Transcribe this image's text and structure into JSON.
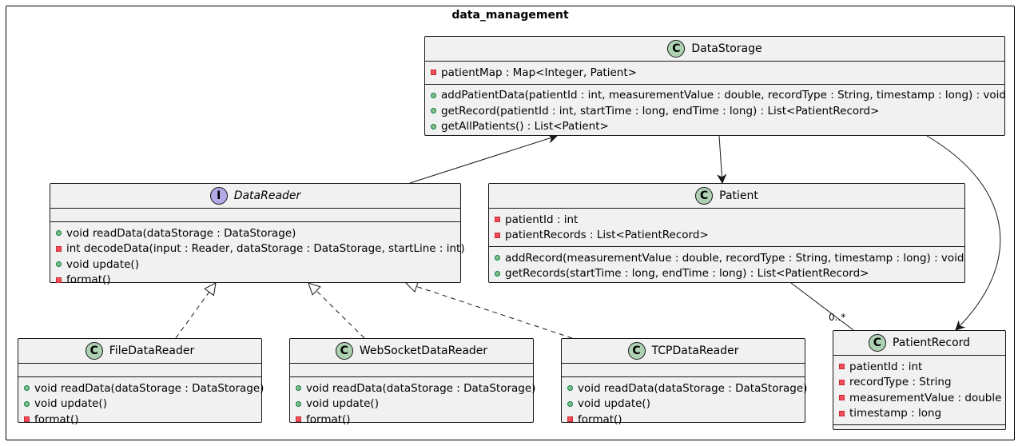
{
  "package": {
    "title": "data_management"
  },
  "classes": {
    "datastorage": {
      "name": "DataStorage",
      "stereotype": "C",
      "fields": [
        {
          "vis": "private",
          "text": "patientMap : Map<Integer, Patient>"
        }
      ],
      "methods": [
        {
          "vis": "public",
          "text": "addPatientData(patientId : int, measurementValue : double, recordType : String, timestamp : long) : void"
        },
        {
          "vis": "public",
          "text": "getRecord(patientId : int, startTime : long, endTime : long) : List<PatientRecord>"
        },
        {
          "vis": "public",
          "text": "getAllPatients() : List<Patient>"
        }
      ]
    },
    "datareader": {
      "name": "DataReader",
      "stereotype": "I",
      "fields": [],
      "methods": [
        {
          "vis": "public",
          "text": "void readData(dataStorage : DataStorage)"
        },
        {
          "vis": "private",
          "text": "int decodeData(input : Reader, dataStorage : DataStorage, startLine : int)"
        },
        {
          "vis": "public",
          "text": "void update()"
        },
        {
          "vis": "private",
          "text": "format()"
        }
      ]
    },
    "patient": {
      "name": "Patient",
      "stereotype": "C",
      "fields": [
        {
          "vis": "private",
          "text": "patientId : int"
        },
        {
          "vis": "private",
          "text": "patientRecords : List<PatientRecord>"
        }
      ],
      "methods": [
        {
          "vis": "public",
          "text": "addRecord(measurementValue : double, recordType : String, timestamp : long) : void"
        },
        {
          "vis": "public",
          "text": "getRecords(startTime : long, endTime : long) : List<PatientRecord>"
        }
      ]
    },
    "filedatareader": {
      "name": "FileDataReader",
      "stereotype": "C",
      "fields": [],
      "methods": [
        {
          "vis": "public",
          "text": "void readData(dataStorage : DataStorage)"
        },
        {
          "vis": "public",
          "text": "void update()"
        },
        {
          "vis": "private",
          "text": "format()"
        }
      ]
    },
    "websocketdatareader": {
      "name": "WebSocketDataReader",
      "stereotype": "C",
      "fields": [],
      "methods": [
        {
          "vis": "public",
          "text": "void readData(dataStorage : DataStorage)"
        },
        {
          "vis": "public",
          "text": "void update()"
        },
        {
          "vis": "private",
          "text": "format()"
        }
      ]
    },
    "tcpdatareader": {
      "name": "TCPDataReader",
      "stereotype": "C",
      "fields": [],
      "methods": [
        {
          "vis": "public",
          "text": "void readData(dataStorage : DataStorage)"
        },
        {
          "vis": "public",
          "text": "void update()"
        },
        {
          "vis": "private",
          "text": "format()"
        }
      ]
    },
    "patientrecord": {
      "name": "PatientRecord",
      "stereotype": "C",
      "fields": [
        {
          "vis": "private",
          "text": "patientId : int"
        },
        {
          "vis": "private",
          "text": "recordType : String"
        },
        {
          "vis": "private",
          "text": "measurementValue : double"
        },
        {
          "vis": "private",
          "text": "timestamp : long"
        }
      ],
      "methods": []
    }
  },
  "relations": {
    "patient_patientrecord_multiplicity": "0..*"
  }
}
